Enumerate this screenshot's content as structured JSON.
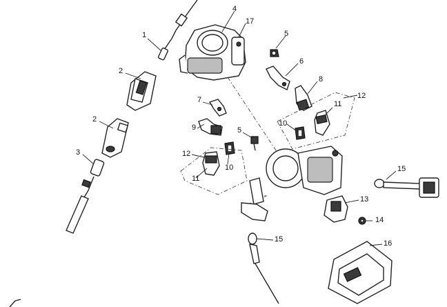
{
  "callouts": {
    "c1": "1",
    "c2a": "2",
    "c2b": "2",
    "c3": "3",
    "c4": "4",
    "c5a": "5",
    "c5b": "5",
    "c6": "6",
    "c7": "7",
    "c8": "8",
    "c9": "9",
    "c10a": "10",
    "c10b": "10",
    "c11a": "11",
    "c11b": "11",
    "c12a": "12",
    "c12b": "12",
    "c13": "13",
    "c14": "14",
    "c15a": "15",
    "c15b": "15",
    "c16": "16",
    "c17": "17"
  }
}
